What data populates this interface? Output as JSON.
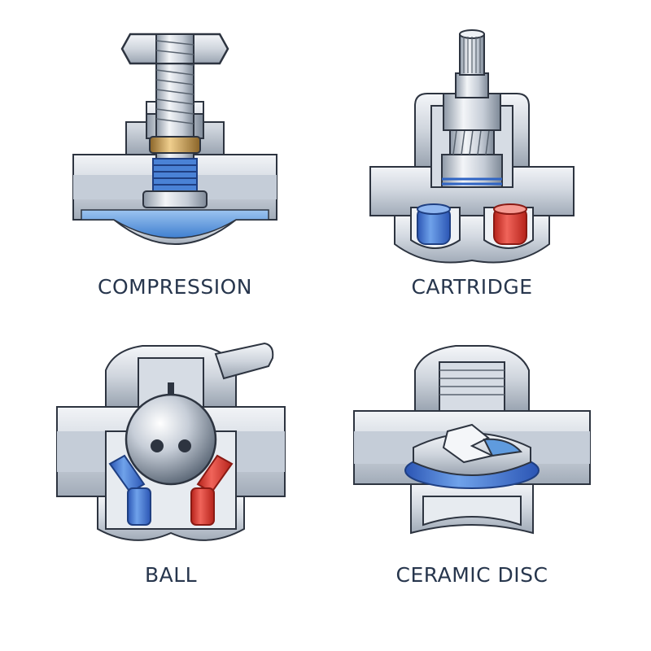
{
  "labels": {
    "compression": "COMPRESSION",
    "cartridge": "CARTRIDGE",
    "ball": "BALL",
    "ceramic_disc": "CERAMIC DISC"
  },
  "colors": {
    "steel_light": "#eef1f5",
    "steel_mid": "#b9c2cd",
    "steel_dark": "#6f7b89",
    "outline": "#2d3440",
    "water_blue": "#5f9bde",
    "seal_blue": "#2f64c4",
    "hot_red": "#e0392c",
    "brass": "#c99a4e"
  }
}
